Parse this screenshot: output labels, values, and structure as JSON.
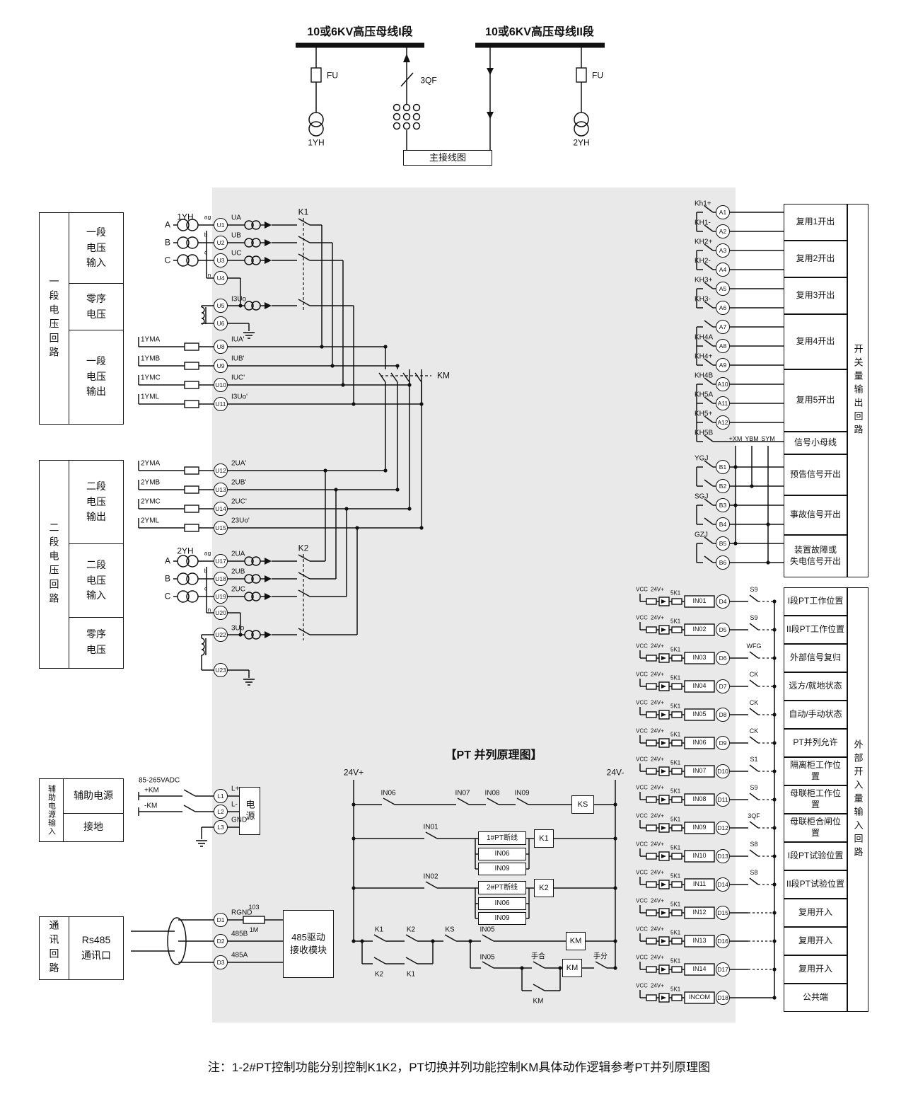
{
  "top": {
    "bus1_label": "10或6KV高压母线I段",
    "bus2_label": "10或6KV高压母线II段",
    "fu1": "FU",
    "fu2": "FU",
    "qf": "3QF",
    "yh1": "1YH",
    "yh2": "2YH",
    "main_box": "主接线图"
  },
  "left_groups": [
    {
      "title": "一段电压回路",
      "items": [
        "一段\n电压\n输入",
        "零序\n电压",
        "一段\n电压\n输出"
      ]
    },
    {
      "title": "二段电压回路",
      "items": [
        "二段\n电压\n输出",
        "二段\n电压\n输入",
        "零序\n电压"
      ]
    },
    {
      "title": "辅助电源输入",
      "items": [
        "辅助电源",
        "接地"
      ]
    },
    {
      "title": "通讯回路",
      "items": [
        "Rs485\n通讯口"
      ]
    }
  ],
  "pt1": {
    "name": "1YH",
    "k_label": "K1",
    "phases": [
      "A",
      "B",
      "C"
    ],
    "taps": {
      "g": "g",
      "n": "n",
      "sec": [
        "a",
        "b",
        "c"
      ]
    },
    "terminals": [
      {
        "id": "U1",
        "label": "UA"
      },
      {
        "id": "U2",
        "label": "UB"
      },
      {
        "id": "U3",
        "label": "UC"
      },
      {
        "id": "U4",
        "label": ""
      },
      {
        "id": "U5",
        "label": "I3Uo"
      },
      {
        "id": "U6",
        "label": ""
      }
    ]
  },
  "ym1": [
    {
      "wire": "1YMA",
      "id": "U8",
      "label": "IUA'"
    },
    {
      "wire": "1YMB",
      "id": "U9",
      "label": "IUB'"
    },
    {
      "wire": "1YMC",
      "id": "U10",
      "label": "IUC'"
    },
    {
      "wire": "1YML",
      "id": "U11",
      "label": "I3Uo'"
    }
  ],
  "ym2": [
    {
      "wire": "2YMA",
      "id": "U12",
      "label": "2UA'"
    },
    {
      "wire": "2YMB",
      "id": "U13",
      "label": "2UB'"
    },
    {
      "wire": "2YMC",
      "id": "U14",
      "label": "2UC'"
    },
    {
      "wire": "2YML",
      "id": "U15",
      "label": "23Uo'"
    }
  ],
  "pt2": {
    "name": "2YH",
    "k_label": "K2",
    "phases": [
      "A",
      "B",
      "C"
    ],
    "taps": {
      "g": "g",
      "n": "n",
      "sec": [
        "a",
        "b",
        "c"
      ]
    },
    "terminals": [
      {
        "id": "U17",
        "label": "2UA"
      },
      {
        "id": "U18",
        "label": "2UB"
      },
      {
        "id": "U19",
        "label": "2UC"
      },
      {
        "id": "U20",
        "label": ""
      },
      {
        "id": "U22",
        "label": "3Uo"
      },
      {
        "id": "U23",
        "label": ""
      }
    ]
  },
  "km_label": "KM",
  "power": {
    "voltage": "85-265VADC",
    "plus": "+KM",
    "minus": "-KM",
    "box": "电源",
    "terminals": [
      {
        "id": "L1",
        "label": "L+"
      },
      {
        "id": "L2",
        "label": "L-"
      },
      {
        "id": "L3",
        "label": "GND"
      }
    ]
  },
  "comm": {
    "box": "485驱动\n接收模块",
    "r1": "103",
    "r2": "1M",
    "terminals": [
      {
        "id": "D1",
        "label": "RGND"
      },
      {
        "id": "D2",
        "label": "485B"
      },
      {
        "id": "D3",
        "label": "485A"
      }
    ]
  },
  "pt_parallel": {
    "title": "【PT 并列原理图】",
    "rail_left": "24V+",
    "rail_right": "24V-",
    "row1_contacts": [
      "IN06",
      "IN07",
      "IN08",
      "IN09"
    ],
    "row1_coil": "KS",
    "row2_contact": "IN01",
    "row2_boxes": [
      "1#PT断线",
      "IN06",
      "IN09"
    ],
    "row2_coil": "K1",
    "row3_contact": "IN02",
    "row3_boxes": [
      "2#PT断线",
      "IN06",
      "IN09"
    ],
    "row3_coil": "K2",
    "bottom": {
      "c1": "K1",
      "c2": "K2",
      "c3": "K2",
      "c4": "K1",
      "ks": "KS",
      "in05a": "IN05",
      "in05b": "IN05",
      "coil1": "KM",
      "coil2": "KM",
      "hand_close": "手合",
      "hand_open": "手分",
      "km_contact": "KM"
    }
  },
  "outputs": {
    "vertical_label": "开关量输出回路",
    "bus_labels": [
      "+XM",
      "YBM",
      "SYM"
    ],
    "rows_a": [
      {
        "contact": "Kh1+",
        "term": "A1"
      },
      {
        "contact": "KH1-",
        "term": "A2"
      },
      {
        "contact": "KH2+",
        "term": "A3"
      },
      {
        "contact": "KH2-",
        "term": "A4"
      },
      {
        "contact": "KH3+",
        "term": "A5"
      },
      {
        "contact": "KH3-",
        "term": "A6"
      },
      {
        "contact": "",
        "term": "A7"
      },
      {
        "contact": "KH4A",
        "term": "A8"
      },
      {
        "contact": "KH4+",
        "term": "A9"
      },
      {
        "contact": "KH4B",
        "term": "A10"
      },
      {
        "contact": "KH5A",
        "term": "A11"
      },
      {
        "contact": "KH5+",
        "term": "A12"
      },
      {
        "contact": "KH5B",
        "term": ""
      }
    ],
    "rows_b": [
      {
        "contact": "YGJ",
        "term": "B1"
      },
      {
        "contact": "",
        "term": "B2"
      },
      {
        "contact": "SGJ",
        "term": "B3"
      },
      {
        "contact": "",
        "term": "B4"
      },
      {
        "contact": "GZJ",
        "term": "B5"
      },
      {
        "contact": "",
        "term": "B6"
      }
    ],
    "labels": [
      "复用1开出",
      "复用2开出",
      "复用3开出",
      "复用4开出",
      "复用5开出",
      "信号小母线",
      "预告信号开出",
      "事故信号开出",
      "装置故障或\n失电信号开出"
    ]
  },
  "inputs": {
    "vertical_label": "外部开入量输入回路",
    "vcc": "VCC",
    "v24": "24V+",
    "res": "5K1",
    "rows": [
      {
        "in": "IN01",
        "term": "D4",
        "sw": "S9",
        "label": "I段PT工作位置"
      },
      {
        "in": "IN02",
        "term": "D5",
        "sw": "S9",
        "label": "II段PT工作位置"
      },
      {
        "in": "IN03",
        "term": "D6",
        "sw": "WFG",
        "label": "外部信号复归"
      },
      {
        "in": "IN04",
        "term": "D7",
        "sw": "CK",
        "label": "远方/就地状态"
      },
      {
        "in": "IN05",
        "term": "D8",
        "sw": "CK",
        "label": "自动/手动状态"
      },
      {
        "in": "IN06",
        "term": "D9",
        "sw": "CK",
        "label": "PT并列允许"
      },
      {
        "in": "IN07",
        "term": "D10",
        "sw": "S1",
        "label": "隔离柜工作位置"
      },
      {
        "in": "IN08",
        "term": "D11",
        "sw": "S9",
        "label": "母联柜工作位置"
      },
      {
        "in": "IN09",
        "term": "D12",
        "sw": "3QF",
        "label": "母联柜合闸位置"
      },
      {
        "in": "IN10",
        "term": "D13",
        "sw": "S8",
        "label": "I段PT试验位置"
      },
      {
        "in": "IN11",
        "term": "D14",
        "sw": "S8",
        "label": "II段PT试验位置"
      },
      {
        "in": "IN12",
        "term": "D15",
        "sw": "",
        "label": "复用开入"
      },
      {
        "in": "IN13",
        "term": "D16",
        "sw": "",
        "label": "复用开入"
      },
      {
        "in": "IN14",
        "term": "D17",
        "sw": "",
        "label": "复用开入"
      },
      {
        "in": "INCOM",
        "term": "D18",
        "sw": "",
        "label": "公共端"
      }
    ]
  },
  "note": "注：1-2#PT控制功能分别控制K1K2，PT切换并列功能控制KM具体动作逻辑参考PT并列原理图"
}
